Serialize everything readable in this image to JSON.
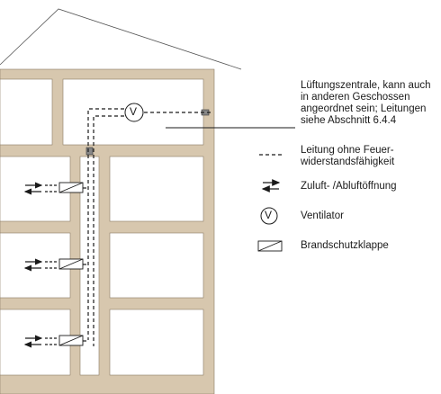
{
  "colors": {
    "wall": "#d7c7ae",
    "wall_edge": "#8a7a64",
    "line": "#1a1a1a",
    "background": "#ffffff"
  },
  "annotation": {
    "line1": "Lüftungszentrale, kann auch",
    "line2": "in anderen Geschossen",
    "line3": "angeordnet sein; Leitungen",
    "line4": "siehe Abschnitt 6.4.4"
  },
  "fan_symbol": "V",
  "legend": [
    {
      "icon": "dashed-line-icon",
      "lines": [
        "Leitung ohne Feuer-",
        "widerstandsfähigkeit"
      ]
    },
    {
      "icon": "double-arrow-icon",
      "lines": [
        "Zuluft- /Abluftöffnung"
      ]
    },
    {
      "icon": "ventilator-icon",
      "symbol": "V",
      "lines": [
        "Ventilator"
      ]
    },
    {
      "icon": "fire-damper-icon",
      "lines": [
        "Brandschutzklappe"
      ]
    }
  ]
}
